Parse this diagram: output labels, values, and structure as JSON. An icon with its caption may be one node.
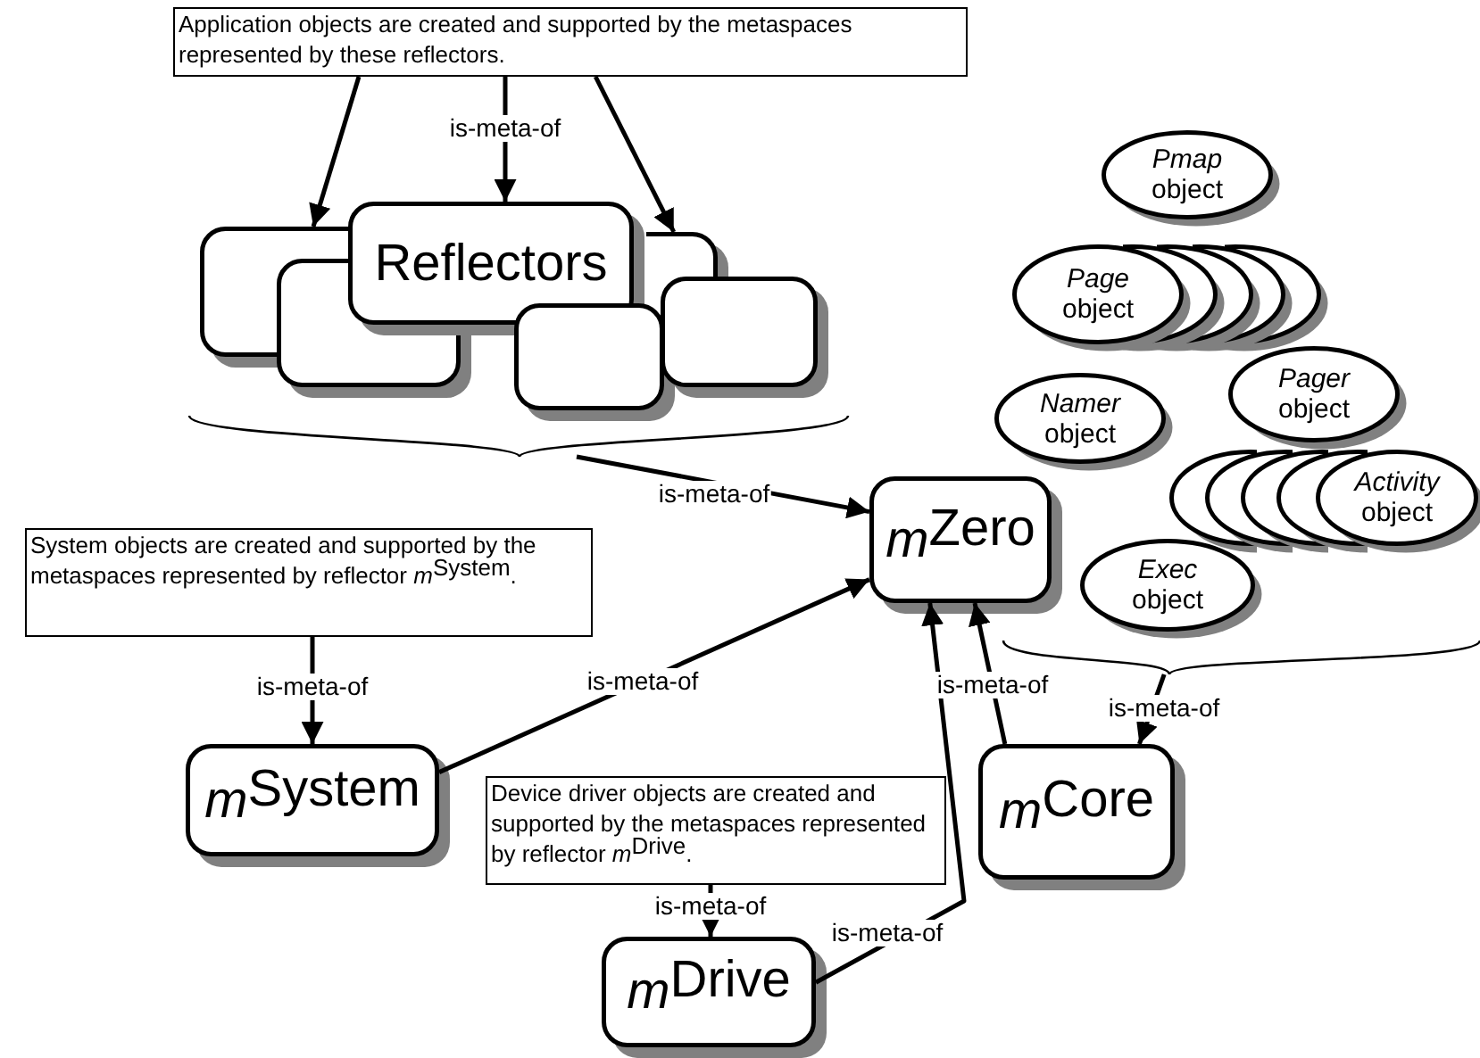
{
  "diagram": {
    "nodes": [
      {
        "text": [
          "Application objects are created and supported by the metaspaces represented by these reflectors."
        ]
      },
      {
        "text": [],
        "shape": "box"
      },
      {
        "text": [
          "Reflectors"
        ]
      },
      {
        "text": [],
        "shape": "box"
      },
      {
        "text": [],
        "shape": "box"
      },
      {
        "text": [],
        "shape": "box"
      },
      {
        "text": [],
        "shape": "box"
      },
      {
        "text": [],
        "shape": "brace"
      },
      {
        "text": [
          "*Pmap* object"
        ]
      },
      {
        "text": [
          "*Page* object"
        ]
      },
      {
        "text": [],
        "shape": "ellipse"
      },
      {
        "text": [],
        "shape": "ellipse"
      },
      {
        "text": [],
        "shape": "ellipse"
      },
      {
        "text": [],
        "shape": "ellipse"
      },
      {
        "text": [
          "*Pager* object"
        ]
      },
      {
        "text": [
          "*Namer* object"
        ]
      },
      {
        "text": [],
        "shape": "ellipse"
      },
      {
        "text": [],
        "shape": "ellipse"
      },
      {
        "text": [],
        "shape": "ellipse"
      },
      {
        "text": [],
        "shape": "ellipse"
      },
      {
        "text": [
          "*Activity* object"
        ]
      },
      {
        "text": [
          "*Exec* object"
        ]
      },
      {
        "text": [
          "*m*$^{Zero}$"
        ]
      },
      {
        "text": [],
        "shape": "brace"
      },
      {
        "text": [
          "System objects are created and supported by the metaspaces represented by reflector *m*$^{System}$."
        ]
      },
      {
        "text": [
          "*m*$^{System}$"
        ]
      },
      {
        "text": [
          "Device driver objects are created and supported by the metaspaces represented by reflector *m*$^{Drive}$."
        ]
      },
      {
        "text": [
          "*m*$^{Core}$"
        ]
      },
      {
        "text": [
          "*m*$^{Drive}$"
        ]
      }
    ],
    "edges": [
      {
        "from": 0,
        "to": 1,
        "arrow": "to"
      },
      {
        "from": 0,
        "to": 2,
        "arrow": "to",
        "label": "is-meta-of"
      },
      {
        "from": 0,
        "to": 3,
        "arrow": "to"
      },
      {
        "from": 7,
        "to": 22,
        "arrow": "to",
        "label": "is-meta-of"
      },
      {
        "from": 24,
        "to": 25,
        "arrow": "to",
        "label": "is-meta-of"
      },
      {
        "from": 25,
        "to": 22,
        "arrow": "to",
        "label": "is-meta-of"
      },
      {
        "from": 28,
        "to": 22,
        "arrow": "to",
        "label": "is-meta-of"
      },
      {
        "from": 27,
        "to": 22,
        "arrow": "to",
        "label": "is-meta-of"
      },
      {
        "from": 23,
        "to": 27,
        "arrow": "to",
        "label": "is-meta-of"
      },
      {
        "from": 26,
        "to": 28,
        "arrow": "to",
        "label": "is-meta-of"
      }
    ]
  }
}
